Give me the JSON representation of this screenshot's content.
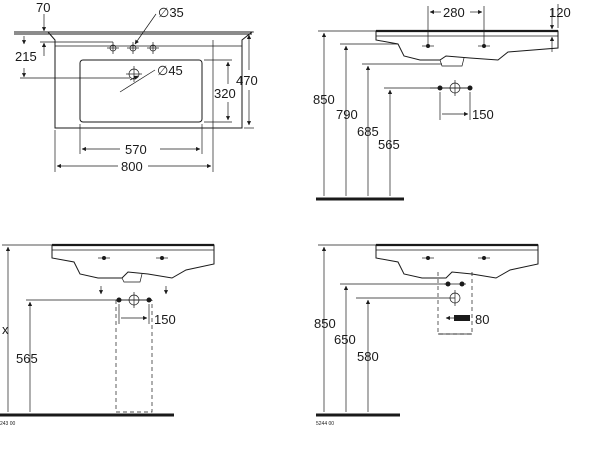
{
  "views": {
    "top": {
      "dims": {
        "d70": "70",
        "d215": "215",
        "d35": "∅35",
        "d45": "∅45",
        "d470": "470",
        "d320": "320",
        "d570": "570",
        "d800": "800"
      }
    },
    "side": {
      "dims": {
        "d280": "280",
        "d120": "120",
        "d850": "850",
        "d790": "790",
        "d685": "685",
        "d565": "565",
        "d150": "150"
      }
    },
    "pedestal": {
      "dims": {
        "dx": "x",
        "d565": "565",
        "d150": "150"
      },
      "code": "243 00"
    },
    "halfpedestal": {
      "dims": {
        "d850": "850",
        "d650": "650",
        "d580": "580",
        "d80": "80"
      },
      "code": "5244 00"
    }
  }
}
